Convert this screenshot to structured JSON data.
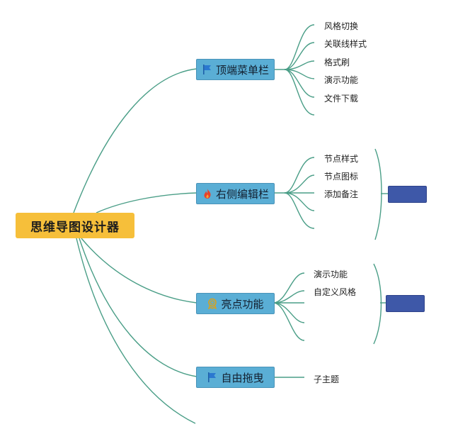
{
  "root": {
    "label": "思维导图设计器"
  },
  "branches": [
    {
      "label": "顶端菜单栏",
      "icon": "flag-icon",
      "children": [
        "风格切换",
        "关联线样式",
        "格式刷",
        "演示功能",
        "文件下载"
      ]
    },
    {
      "label": "右侧编辑栏",
      "icon": "fire-icon",
      "children": [
        "节点样式",
        "节点图标",
        "添加备注"
      ],
      "summary": ""
    },
    {
      "label": "亮点功能",
      "icon": "award-icon",
      "children": [
        "演示功能",
        "自定义风格"
      ],
      "summary": ""
    },
    {
      "label": "自由拖曳",
      "icon": "flag-icon",
      "children": [
        "子主题"
      ]
    }
  ],
  "colors": {
    "connector": "#4a9e87",
    "root": "#f6bf3a",
    "branch": "#5aaed5",
    "summary": "#3e58a8"
  }
}
